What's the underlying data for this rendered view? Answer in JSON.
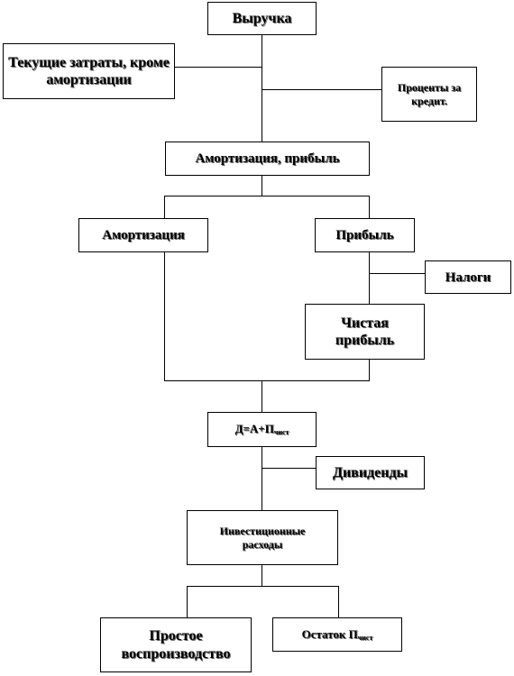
{
  "nodes": {
    "revenue": "Выручка",
    "current_costs": "Текущие затраты, кроме амортизации",
    "loan_interest": "Проценты за кредит.",
    "amortization_profit": "Амортизация, прибыль",
    "amortization": "Амортизация",
    "profit": "Прибыль",
    "taxes": "Налоги",
    "net_profit": "Чистая прибыль",
    "income_formula": "Д=А+П",
    "income_formula_sub": "чист",
    "dividends": "Дивиденды",
    "investment_expenses": "Инвестиционные расходы",
    "simple_reproduction": "Простое воспроизводство",
    "net_profit_remainder": "Остаток П",
    "net_profit_remainder_sub": "чист"
  }
}
